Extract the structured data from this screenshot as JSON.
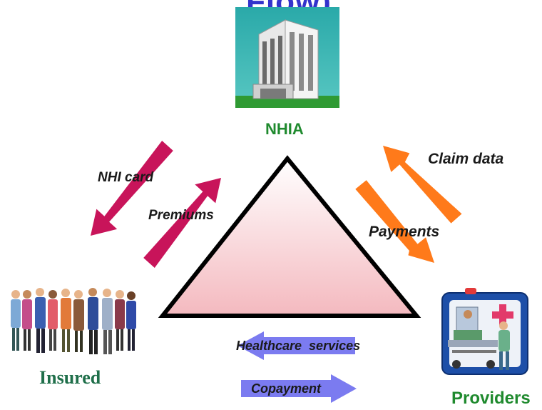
{
  "title_fragment": "Flow)",
  "nodes": {
    "nhia": "NHIA",
    "insured": "Insured",
    "providers": "Providers"
  },
  "flows": {
    "nhi_card": "NHI card",
    "premiums": "Premiums",
    "claim_data": "Claim data",
    "payments": "Payments",
    "healthcare_services": "Healthcare  services",
    "copayment": "Copayment"
  },
  "colors": {
    "magenta_arrow": "#c8145a",
    "orange_arrow": "#ff7a1a",
    "purple_arrow": "#7b7bf0",
    "green_label": "#1f8a2e",
    "triangle_fill_top": "#ffffff",
    "triangle_fill_bottom": "#f4b9bf"
  },
  "icons": [
    "hospital-building-icon",
    "people-group-icon",
    "ambulance-icon"
  ]
}
